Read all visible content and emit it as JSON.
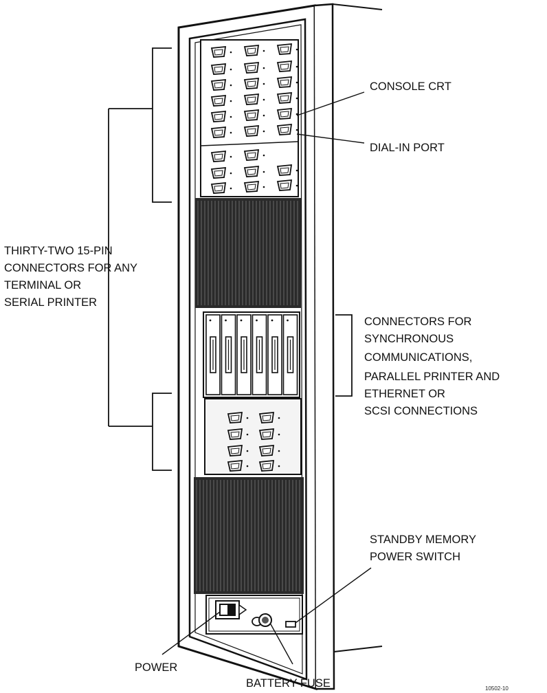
{
  "labels": {
    "console_crt": "CONSOLE CRT",
    "dial_in_port": "DIAL-IN PORT",
    "thirty_two_connectors": [
      "THIRTY-TWO 15-PIN",
      "CONNECTORS FOR ANY",
      "TERMINAL OR",
      "SERIAL PRINTER"
    ],
    "sync_connectors": [
      "CONNECTORS FOR",
      "SYNCHRONOUS",
      "COMMUNICATIONS,",
      "PARALLEL PRINTER AND",
      "ETHERNET OR",
      "SCSI CONNECTIONS"
    ],
    "standby_switch": [
      "STANDBY MEMORY",
      "POWER SWITCH"
    ],
    "power": "POWER",
    "battery_fuse": "BATTERY FUSE",
    "figure_number": "10502-10"
  }
}
